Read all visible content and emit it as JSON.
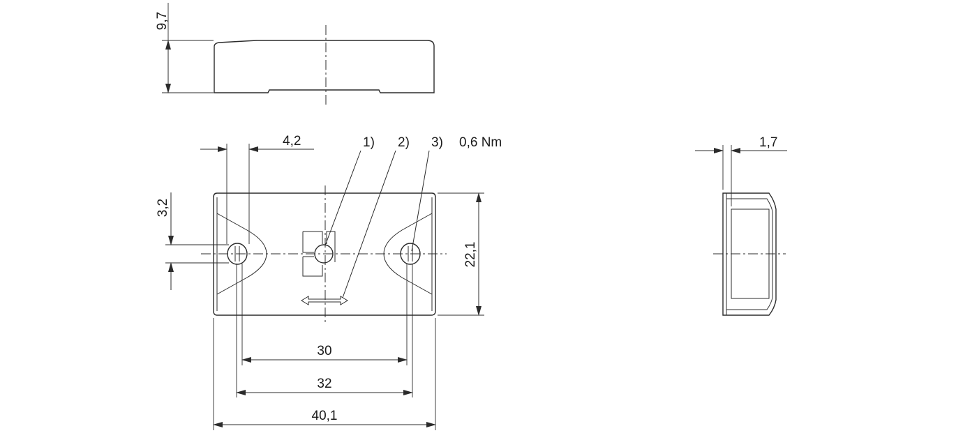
{
  "drawing": {
    "line_color": "#2b2b2b",
    "callouts": [
      "1)",
      "2)",
      "3)"
    ],
    "torque": "0,6 Nm",
    "dimensions": {
      "height": "9,7",
      "hole_offset": "4,2",
      "hole_width": "3,2",
      "depth": "22,1",
      "hole_span_inner": "30",
      "hole_span_outer": "32",
      "length": "40,1",
      "side_thickness": "1,7"
    }
  }
}
